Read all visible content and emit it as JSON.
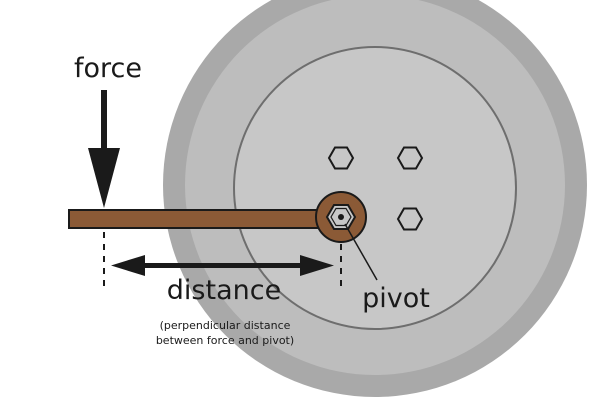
{
  "labels": {
    "force": "force",
    "distance": "distance",
    "note_line1": "(perpendicular distance",
    "note_line2": "between force and pivot)",
    "pivot": "pivot"
  },
  "colors": {
    "background": "#ffffff",
    "wheel_outer": "#a9a9a9",
    "wheel_mid": "#bdbdbd",
    "wheel_inner": "#c7c7c7",
    "wheel_inner_stroke": "#6e6e6e",
    "wrench": "#8b5a36",
    "stroke": "#1a1a1a"
  },
  "icons": [
    "force-arrow-icon",
    "distance-arrow-icon",
    "hex-nut-icon",
    "pivot-pointer-icon"
  ]
}
